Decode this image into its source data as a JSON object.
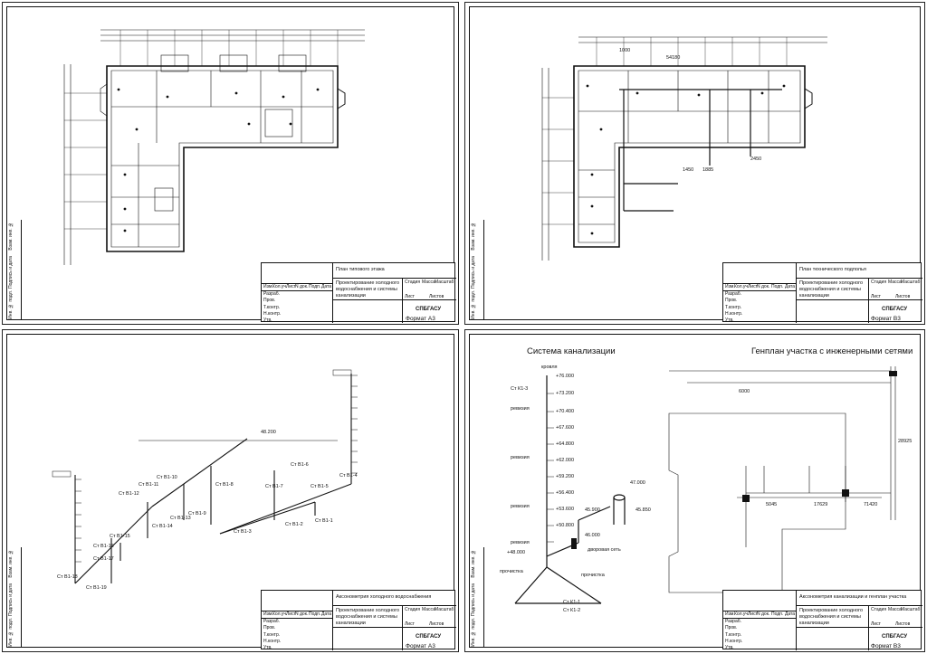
{
  "side_labels": [
    "Взам. инв. №",
    "Подпись и дата",
    "Инв. № подл."
  ],
  "title_block_rows": [
    "Разраб.",
    "Пров.",
    "Т.контр.",
    "Н.контр.",
    "Утв."
  ],
  "title_block_cols": [
    "Изм.",
    "Кол.уч.",
    "Лист",
    "N док.",
    "Подп.",
    "Дата"
  ],
  "title_block_right": {
    "stage": "Стадия",
    "mass": "Масса",
    "scale": "Масштаб",
    "sheet": "Лист",
    "sheets": "Листов"
  },
  "project_name": "Проектирование холодного водоснабжения и системы канализации",
  "org": "СПБГАСУ",
  "sheets": [
    {
      "id": "s1",
      "sheet_title": "План типового этажа",
      "format": "Формат А3"
    },
    {
      "id": "s2",
      "sheet_title": "План технического подполья",
      "format": "Формат В3",
      "dims": [
        "54180",
        "1000",
        "1450",
        "1885",
        "2450"
      ]
    },
    {
      "id": "s3",
      "sheet_title": "Аксонометрия холодного водоснабжения",
      "format": "Формат А3",
      "labels": [
        "48.200",
        "Ст В1-4",
        "Ст В1-5",
        "Ст В1-6",
        "Ст В1-7",
        "Ст В1-8",
        "Ст В1-9",
        "Ст В1-10",
        "Ст В1-11",
        "Ст В1-12",
        "Ст В1-13",
        "Ст В1-14",
        "Ст В1-15",
        "Ст В1-16",
        "Ст В1-17",
        "Ст В1-18",
        "Ст В1-19",
        "Ст В1-1",
        "Ст В1-2",
        "Ст В1-3"
      ]
    },
    {
      "id": "s4",
      "sheet_title": "Аксонометрия канализации и генплан участка",
      "format": "Формат В3",
      "heading_left": "Система канализации",
      "heading_right": "Генплан участка с инженерными сетями",
      "left_labels": [
        "кровля",
        "Ст К1-3",
        "ревизия",
        "ревизия",
        "ревизия",
        "ревизия",
        "прочистка",
        "прочистка",
        "дворовая сеть",
        "Ст К1-1",
        "Ст К1-2"
      ],
      "levels": [
        "+76.000",
        "+73.200",
        "+70.400",
        "+67.600",
        "+64.800",
        "+62.000",
        "+59.200",
        "+56.400",
        "+53.600",
        "+50.800",
        "+48.000",
        "45.900",
        "45.850",
        "46.000",
        "47.000"
      ],
      "plan_dims": [
        "28925",
        "17629",
        "71420",
        "5045",
        "6000"
      ]
    }
  ]
}
